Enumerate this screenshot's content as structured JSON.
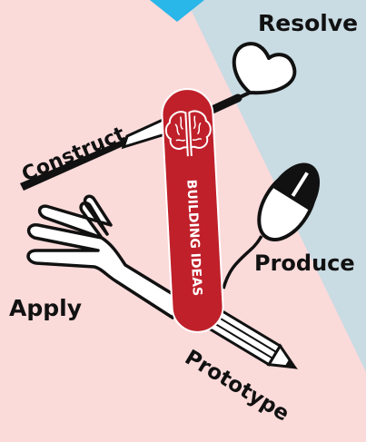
{
  "center": {
    "label": "BUILDING IDEAS",
    "icon": "brain-icon"
  },
  "tools": [
    {
      "label": "Resolve",
      "icon": "heart-icon"
    },
    {
      "label": "Construct",
      "icon": "screwdriver-icon"
    },
    {
      "label": "Produce",
      "icon": "computer-mouse-icon"
    },
    {
      "label": "Apply",
      "icon": "hand-icon"
    },
    {
      "label": "Prototype",
      "icon": "pencil-icon"
    }
  ],
  "colors": {
    "pink_region": "#fbdada",
    "blue_region": "#c9dbe3",
    "cyan_accent": "#29b6e8",
    "core_red": "#c0202a",
    "ink": "#111111"
  }
}
